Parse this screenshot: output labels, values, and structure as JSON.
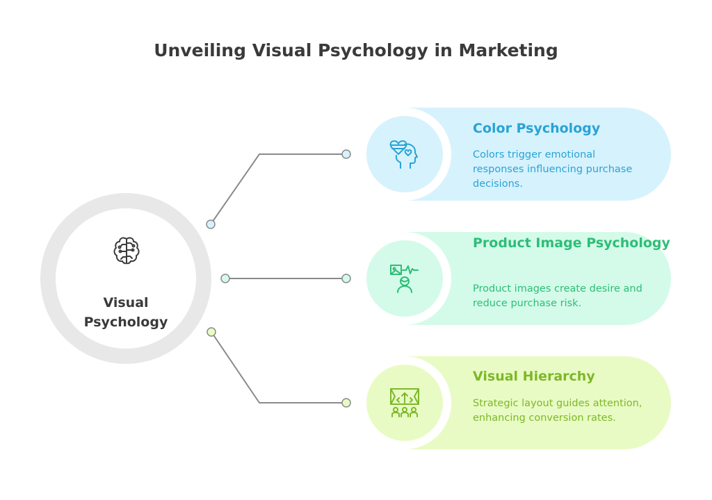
{
  "title": "Unveiling Visual Psychology in Marketing",
  "hub": {
    "label_line1": "Visual",
    "label_line2": "Psychology",
    "icon": "brain-circuit-icon"
  },
  "items": [
    {
      "title": "Color Psychology",
      "description": "Colors trigger emotional responses influencing purchase decisions.",
      "icon": "heart-head-icon",
      "color": "#29a3d6",
      "bg": "#d6f2fd"
    },
    {
      "title": "Product Image Psychology",
      "description": "Product images create desire and reduce purchase risk.",
      "icon": "image-mind-icon",
      "color": "#2ebd78",
      "bg": "#d4fbe9"
    },
    {
      "title": "Visual Hierarchy",
      "description": "Strategic layout guides attention, enhancing conversion rates.",
      "icon": "audience-stage-icon",
      "color": "#7cb82a",
      "bg": "#e9fbc4"
    }
  ]
}
